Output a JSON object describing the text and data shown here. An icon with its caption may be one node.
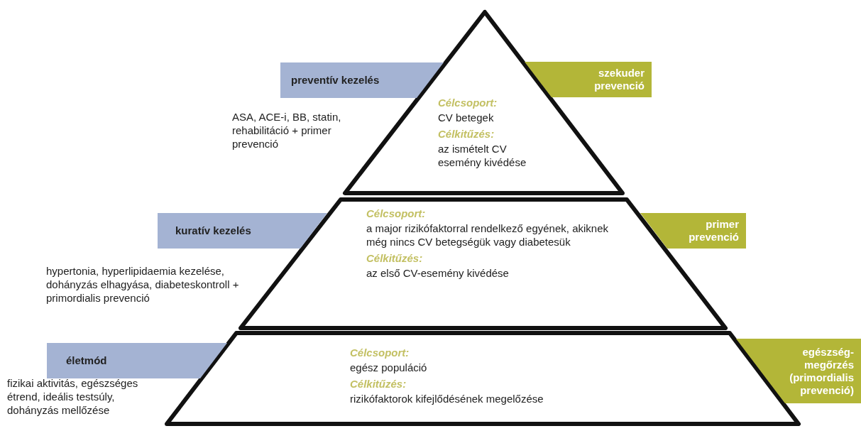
{
  "diagram": {
    "nodes": [
      {
        "text": [
          "Célcsoport:",
          "CV betegek",
          "Célkitűzés:",
          "az ismételt CV esemény kivédése"
        ]
      },
      {
        "text": [
          "preventív kezelés"
        ]
      },
      {
        "text": [
          "szekuder prevenció"
        ]
      },
      {
        "text": [
          "Célcsoport:",
          "a major rizikófaktorral rendelkező egyének, akiknek még nincs CV betegségük vagy diabetesük",
          "Célkitűzés:",
          "az első CV-esemény kivédése"
        ]
      },
      {
        "text": [
          "kuratív kezelés"
        ]
      },
      {
        "text": [
          "primer prevenció"
        ]
      },
      {
        "text": [
          "Célcsoport:",
          "egész populáció",
          "Célkitűzés:",
          "rizikófaktorok kifejlődésének megelőzése"
        ]
      },
      {
        "text": [
          "életmód"
        ]
      },
      {
        "text": [
          "egészség-megőrzés (primordialis prevenció)"
        ]
      }
    ],
    "labels": [
      "ASA, ACE-i, BB, statin, rehabilitáció + primer prevenció",
      "hypertonia, hyperlipidaemia kezelése, dohányzás elhagyása, diabeteskontroll + primordialis prevenció",
      "fizikai aktivitás, egészséges étrend, ideális testsúly, dohányzás mellőzése"
    ]
  }
}
